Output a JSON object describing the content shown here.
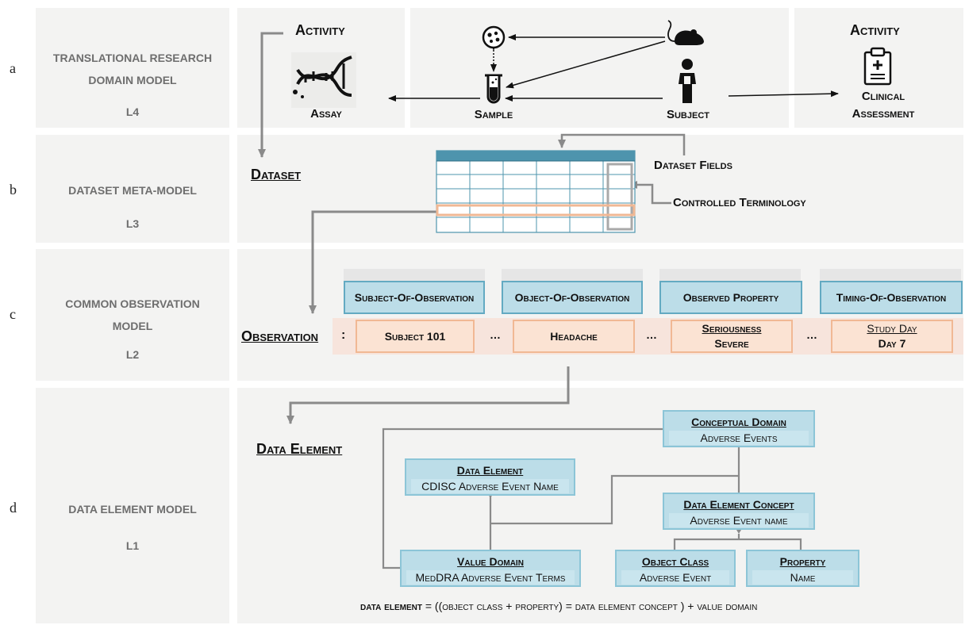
{
  "rows": [
    {
      "letter": "a",
      "label_line1": "Translational Research",
      "label_line2": "Domain Model",
      "level": "L4"
    },
    {
      "letter": "b",
      "label_line1": "Dataset Meta-Model",
      "level": "L3"
    },
    {
      "letter": "c",
      "label_line1": "Common Observation",
      "label_line2": "Model",
      "level": "L2"
    },
    {
      "letter": "d",
      "label_line1": "Data Element Model",
      "level": "L1"
    }
  ],
  "l4": {
    "activity_left": "Activity",
    "assay": "Assay",
    "sample": "Sample",
    "subject": "Subject",
    "activity_right": "Activity",
    "clinical_line1": "Clinical",
    "clinical_line2": "Assessment",
    "icons": [
      "dna-icon",
      "petri-dish-icon",
      "test-tube-icon",
      "mouse-icon",
      "person-icon",
      "clipboard-icon"
    ]
  },
  "l3": {
    "dataset": "Dataset",
    "dataset_fields": "Dataset Fields",
    "controlled_terminology": "Controlled Terminology",
    "table_columns": 6,
    "table_rows": 5
  },
  "l2": {
    "observation": "Observation",
    "colon": ":",
    "ellipsis": "…",
    "headers": [
      "Subject-Of-Observation",
      "Object-Of-Observation",
      "Observed Property",
      "Timing-Of-Observation"
    ],
    "values": [
      {
        "main": "Subject 101"
      },
      {
        "main": "Headache"
      },
      {
        "sub": "Seriousness",
        "main": "Severe"
      },
      {
        "sub": "Study Day",
        "main": "Day 7"
      }
    ]
  },
  "l1": {
    "data_element_title": "Data Element",
    "conceptual_domain": {
      "title": "Conceptual Domain",
      "value": "Adverse Events"
    },
    "data_element": {
      "title": "Data Element",
      "value": "CDISC Adverse Event Name"
    },
    "data_element_concept": {
      "title": "Data Element Concept",
      "value": "Adverse Event name"
    },
    "value_domain": {
      "title": "Value Domain",
      "value": "MedDRA Adverse Event Terms"
    },
    "object_class": {
      "title": "Object Class",
      "value": "Adverse Event"
    },
    "property": {
      "title": "Property",
      "value": "Name"
    },
    "formula_bold": "data element",
    "formula_rest": "= ((object class + property) = data element concept ) + value domain"
  },
  "colors": {
    "panel": "#f3f3f2",
    "header_fill": "#bcdde8",
    "header_border": "#63aac2",
    "value_fill": "#fbe3d3",
    "value_border": "#f1b894",
    "table_header": "#4e94ad",
    "connector": "#8a8a8a"
  }
}
